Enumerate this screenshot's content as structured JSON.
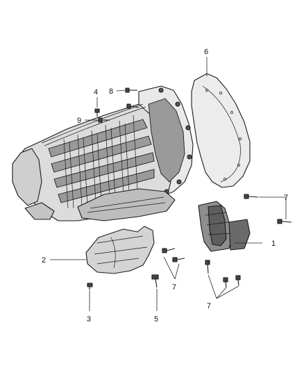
{
  "callouts": [
    {
      "id": "c1",
      "label": "1"
    },
    {
      "id": "c2",
      "label": "2"
    },
    {
      "id": "c3",
      "label": "3"
    },
    {
      "id": "c4",
      "label": "4"
    },
    {
      "id": "c5",
      "label": "5"
    },
    {
      "id": "c6",
      "label": "6"
    },
    {
      "id": "c7a",
      "label": "7"
    },
    {
      "id": "c7b",
      "label": "7"
    },
    {
      "id": "c7c",
      "label": "7"
    },
    {
      "id": "c8",
      "label": "8"
    },
    {
      "id": "c9",
      "label": "9"
    }
  ]
}
